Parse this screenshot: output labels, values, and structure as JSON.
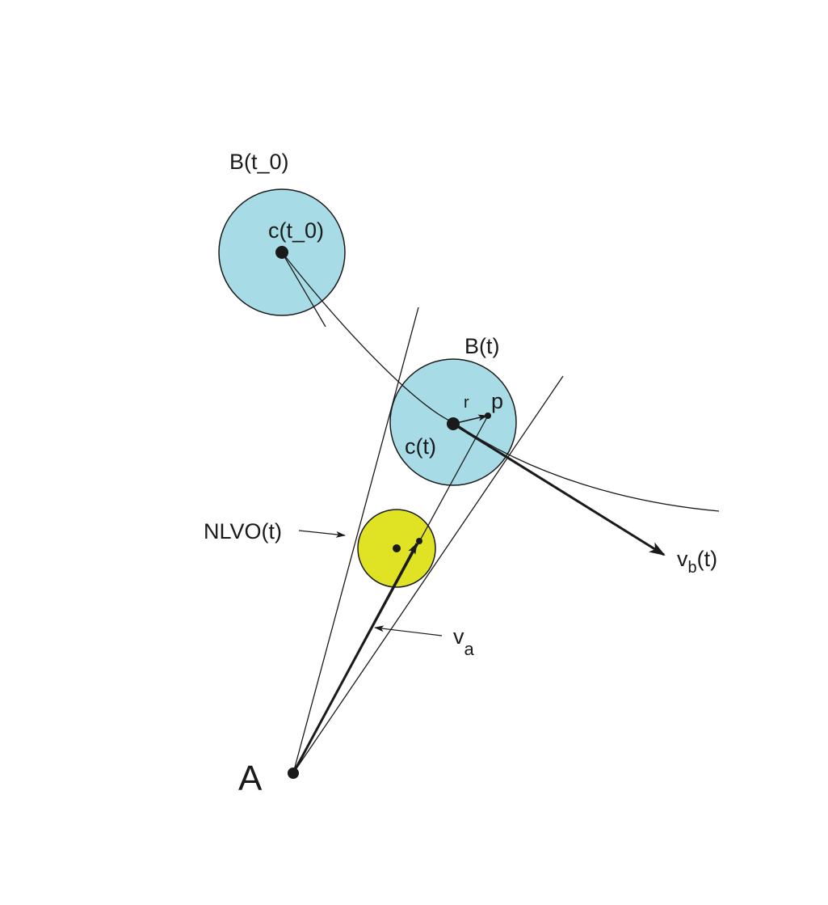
{
  "labels": {
    "b_t0": "B(t_0)",
    "c_t0": "c(t_0)",
    "b_t": "B(t)",
    "c_t": "c(t)",
    "r": "r",
    "p": "p",
    "nlvo": "NLVO(t)",
    "v_b": "v",
    "v_b_sub": "b",
    "v_b_arg": "(t)",
    "v_a": "v",
    "v_a_sub": "a",
    "a": "A"
  },
  "colors": {
    "obstacle_fill": "#a7dbe6",
    "nlvo_fill": "#e0e224",
    "stroke": "#1a1a1a"
  }
}
